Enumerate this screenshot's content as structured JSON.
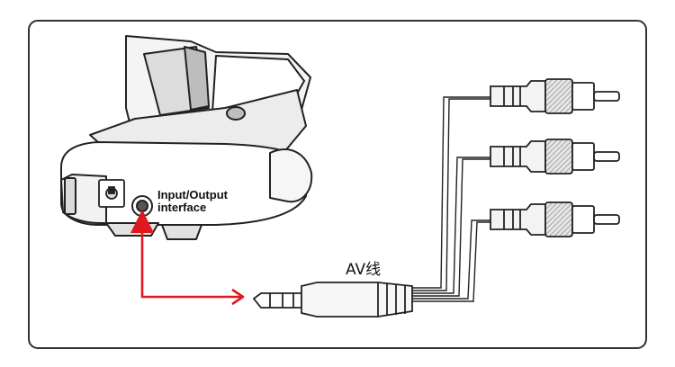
{
  "labels": {
    "io_line1": "Input/Output",
    "io_line2": "interface",
    "av_cable": "AV线"
  },
  "colors": {
    "background": "#ffffff",
    "stroke": "#222222",
    "arrow": "#e0181f",
    "shade": "#cfcfcf",
    "hatch": "#9a9a9a"
  },
  "icons": {
    "goggles": "fpv-goggles-icon",
    "power_jack": "power-jack-icon",
    "av_jack": "av-jack-icon",
    "plug": "3.5mm-trrs-plug-icon",
    "rca": "rca-plug-icon"
  }
}
